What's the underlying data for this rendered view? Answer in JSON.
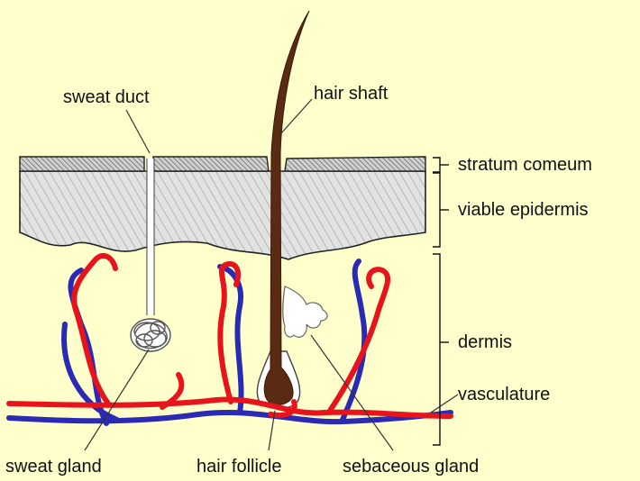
{
  "colors": {
    "background": "#FFFFCC",
    "skin": "#D9D9D9",
    "hair": "#5A2A12",
    "artery": "#E8141C",
    "vein": "#2A2AB4",
    "outline": "#222222"
  },
  "labels": {
    "sweat_duct": "sweat duct",
    "hair_shaft": "hair shaft",
    "stratum_corneum": "stratum comeum",
    "viable_epidermis": "viable epidermis",
    "dermis": "dermis",
    "vasculature": "vasculature",
    "sweat_gland": "sweat gland",
    "hair_follicle": "hair follicle",
    "sebaceous_gland": "sebaceous gland"
  }
}
